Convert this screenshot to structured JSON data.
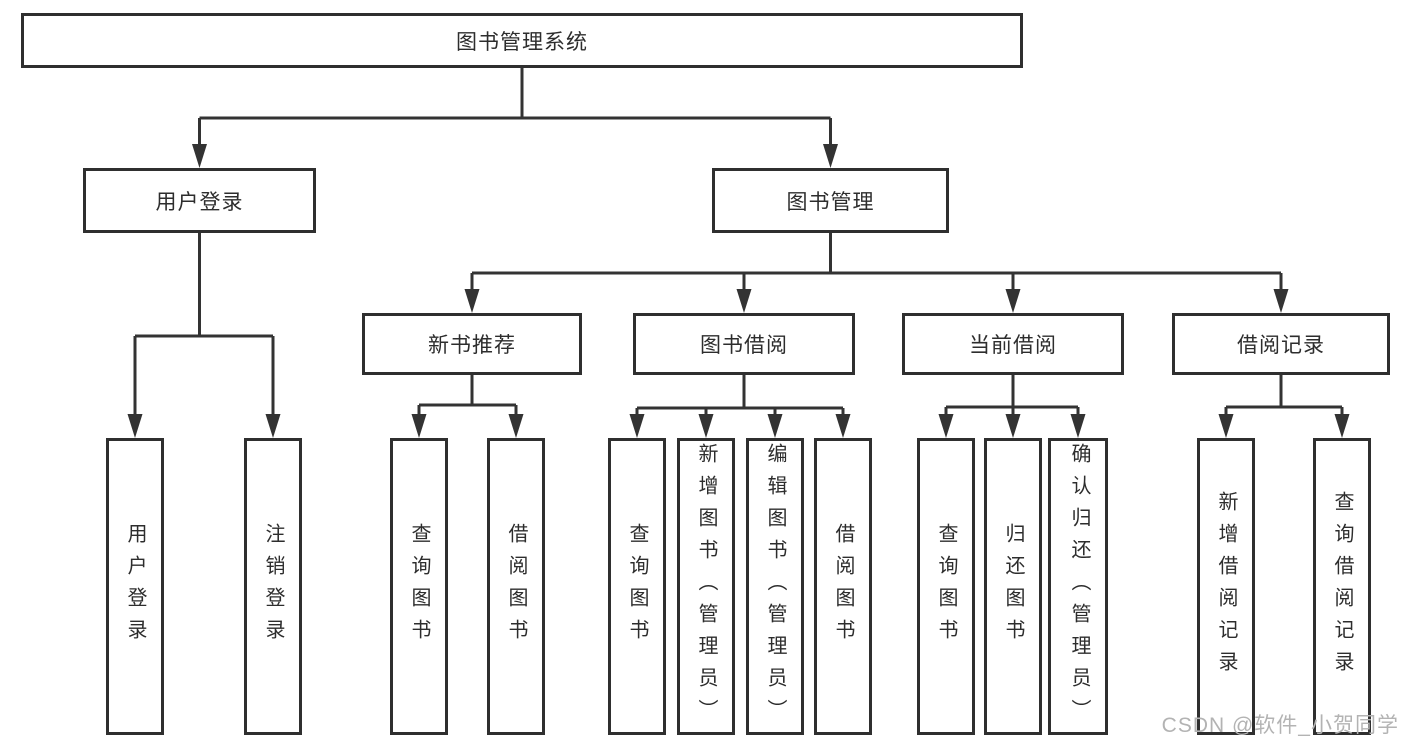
{
  "nodes": {
    "root": "图书管理系统",
    "userLogin": "用户登录",
    "bookMgmt": "图书管理",
    "newBookRec": "新书推荐",
    "bookBorrow": "图书借阅",
    "currentBorrow": "当前借阅",
    "borrowRecord": "借阅记录",
    "leafUserLogin": "用户登录",
    "leafLogout": "注销登录",
    "recQueryBook": "查询图书",
    "recBorrowBook": "借阅图书",
    "bbQueryBook": "查询图书",
    "bbAddBook": "新增图书（管理员）",
    "bbEditBook": "编辑图书（管理员）",
    "bbBorrowBook": "借阅图书",
    "cbQueryBook": "查询图书",
    "cbReturnBook": "归还图书",
    "cbConfirmReturn": "确认归还（管理员）",
    "brAddRecord": "新增借阅记录",
    "brQueryRecord": "查询借阅记录"
  },
  "edges": [
    [
      "root",
      "userLogin"
    ],
    [
      "root",
      "bookMgmt"
    ],
    [
      "userLogin",
      "leafUserLogin"
    ],
    [
      "userLogin",
      "leafLogout"
    ],
    [
      "bookMgmt",
      "newBookRec"
    ],
    [
      "bookMgmt",
      "bookBorrow"
    ],
    [
      "bookMgmt",
      "currentBorrow"
    ],
    [
      "bookMgmt",
      "borrowRecord"
    ],
    [
      "newBookRec",
      "recQueryBook"
    ],
    [
      "newBookRec",
      "recBorrowBook"
    ],
    [
      "bookBorrow",
      "bbQueryBook"
    ],
    [
      "bookBorrow",
      "bbAddBook"
    ],
    [
      "bookBorrow",
      "bbEditBook"
    ],
    [
      "bookBorrow",
      "bbBorrowBook"
    ],
    [
      "currentBorrow",
      "cbQueryBook"
    ],
    [
      "currentBorrow",
      "cbReturnBook"
    ],
    [
      "currentBorrow",
      "cbConfirmReturn"
    ],
    [
      "borrowRecord",
      "brAddRecord"
    ],
    [
      "borrowRecord",
      "brQueryRecord"
    ]
  ],
  "watermark": {
    "text": "CSDN @软件_小贺同学"
  },
  "colors": {
    "line": "#333333",
    "boxBorder": "#2f2f2f",
    "text": "#2d2d2d",
    "watermark": "#b3b3b3"
  }
}
